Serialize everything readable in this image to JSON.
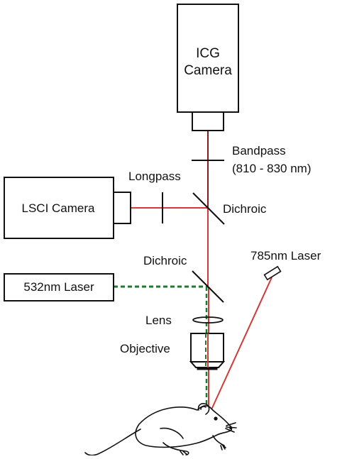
{
  "colors": {
    "red_beam": "#d23a3a",
    "dark_red_beam": "#8b1a1a",
    "green_beam": "#1f7a2e",
    "outline": "#111111",
    "background": "#ffffff"
  },
  "components": {
    "icg_camera": {
      "line1": "ICG",
      "line2": "Camera"
    },
    "bandpass": {
      "line1": "Bandpass",
      "line2": "(810 - 830 nm)"
    },
    "longpass": "Longpass",
    "lsci_camera": "LSCI Camera",
    "dichroic_upper": "Dichroic",
    "dichroic_lower": "Dichroic",
    "laser_532": "532nm Laser",
    "laser_785": "785nm Laser",
    "lens": "Lens",
    "objective": "Objective"
  },
  "icons": {
    "subject": "rat-icon"
  }
}
